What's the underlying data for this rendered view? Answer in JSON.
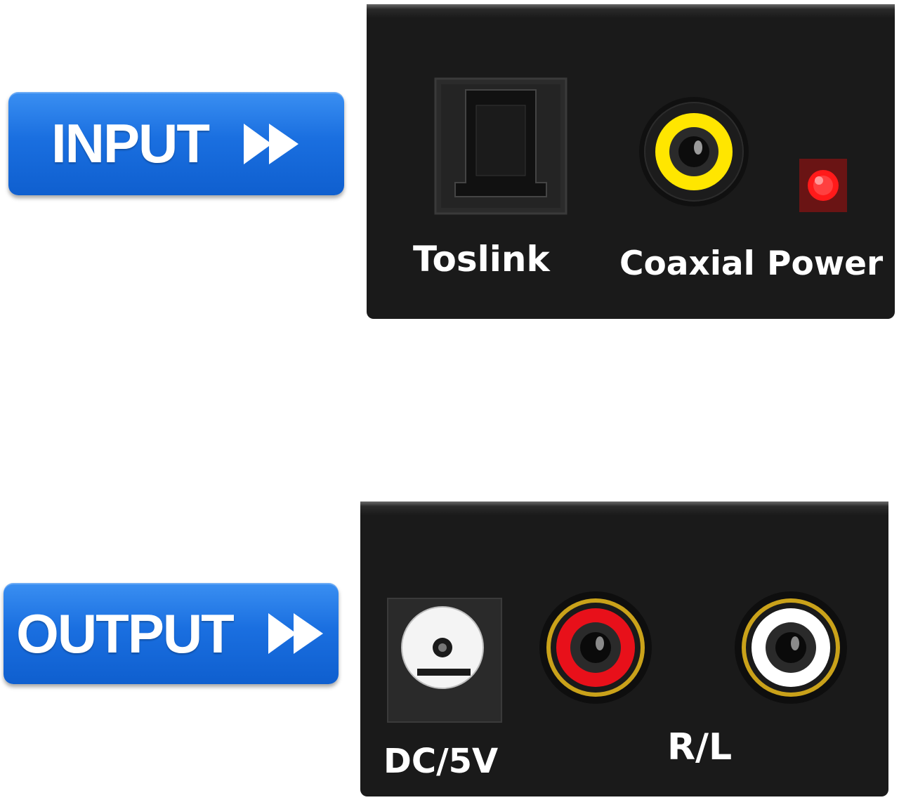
{
  "input_section": {
    "badge_label": "INPUT",
    "ports": {
      "toslink_label": "Toslink",
      "coaxial_label": "Coaxial",
      "power_label": "Power"
    }
  },
  "output_section": {
    "badge_label": "OUTPUT",
    "ports": {
      "dc_label": "DC/5V",
      "rl_label": "R/L"
    }
  },
  "colors": {
    "badge_blue": "#1a6fe0",
    "panel_black": "#1a1a1a",
    "rca_yellow": "#ffe600",
    "rca_red": "#e8101a",
    "rca_white": "#ffffff",
    "led_red": "#ff2020"
  },
  "icons": {
    "arrow": "fast-forward-icon",
    "toslink_port": "optical-port-icon",
    "coaxial_port": "rca-jack-icon",
    "power_led": "led-indicator-icon",
    "dc_port": "dc-barrel-jack-icon"
  }
}
